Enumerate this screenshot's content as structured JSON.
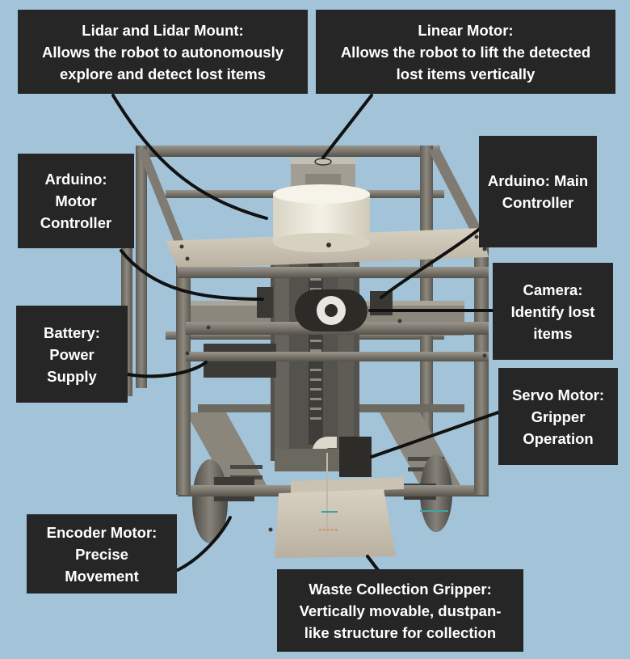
{
  "colors": {
    "background": "#a2c3d8",
    "label_bg": "#262626",
    "label_text": "#ffffff",
    "leader_line": "#111111",
    "frame": "#77736a",
    "lidar": "#eeeadd",
    "gripper": "#c9bfae"
  },
  "labels": {
    "lidar": [
      "Lidar and Lidar Mount:",
      "Allows the robot to autonomously",
      "explore and detect lost items"
    ],
    "linear_motor": [
      "Linear Motor:",
      "Allows the robot to lift the detected",
      "lost items vertically"
    ],
    "arduino_motor": [
      "Arduino:",
      "Motor",
      "Controller"
    ],
    "arduino_main": [
      "Arduino: Main",
      "Controller"
    ],
    "camera": [
      "Camera:",
      "Identify lost",
      "items"
    ],
    "battery": [
      "Battery:",
      "Power",
      "Supply"
    ],
    "servo": [
      "Servo Motor:",
      "Gripper",
      "Operation"
    ],
    "encoder": [
      "Encoder Motor:",
      "Precise",
      "Movement"
    ],
    "gripper": [
      "Waste Collection Gripper:",
      "Vertically movable, dustpan-",
      "like structure for collection"
    ]
  }
}
